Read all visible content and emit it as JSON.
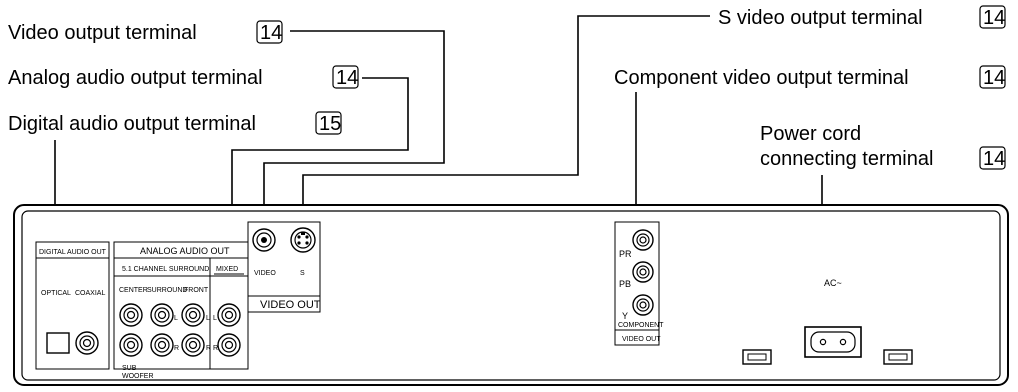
{
  "callouts": {
    "video_output": {
      "label": "Video output terminal",
      "page": "14"
    },
    "analog_audio": {
      "label": "Analog audio output terminal",
      "page": "14"
    },
    "digital_audio": {
      "label": "Digital audio output terminal",
      "page": "15"
    },
    "s_video": {
      "label": "S video output terminal",
      "page": "14"
    },
    "component": {
      "label": "Component video output terminal",
      "page": "14"
    },
    "power_line1": {
      "label": "Power cord"
    },
    "power_line2": {
      "label": "connecting terminal",
      "page": "14"
    }
  },
  "panel": {
    "digital_audio_out": "DIGITAL AUDIO OUT",
    "optical": "OPTICAL",
    "coaxial": "COAXIAL",
    "analog_audio_out": "ANALOG AUDIO OUT",
    "surround_51": "5.1 CHANNEL SURROUND",
    "mixed": "MIXED",
    "center": "CENTER",
    "surround": "SURROUND",
    "front": "FRONT",
    "sub": "SUB",
    "woofer": "WOOFER",
    "l": "L",
    "r": "R",
    "video": "VIDEO",
    "s": "S",
    "video_out": "VIDEO OUT",
    "pr": "PR",
    "pb": "PB",
    "y": "Y",
    "component": "COMPONENT",
    "component_video_out": "VIDEO OUT",
    "ac": "AC~"
  }
}
